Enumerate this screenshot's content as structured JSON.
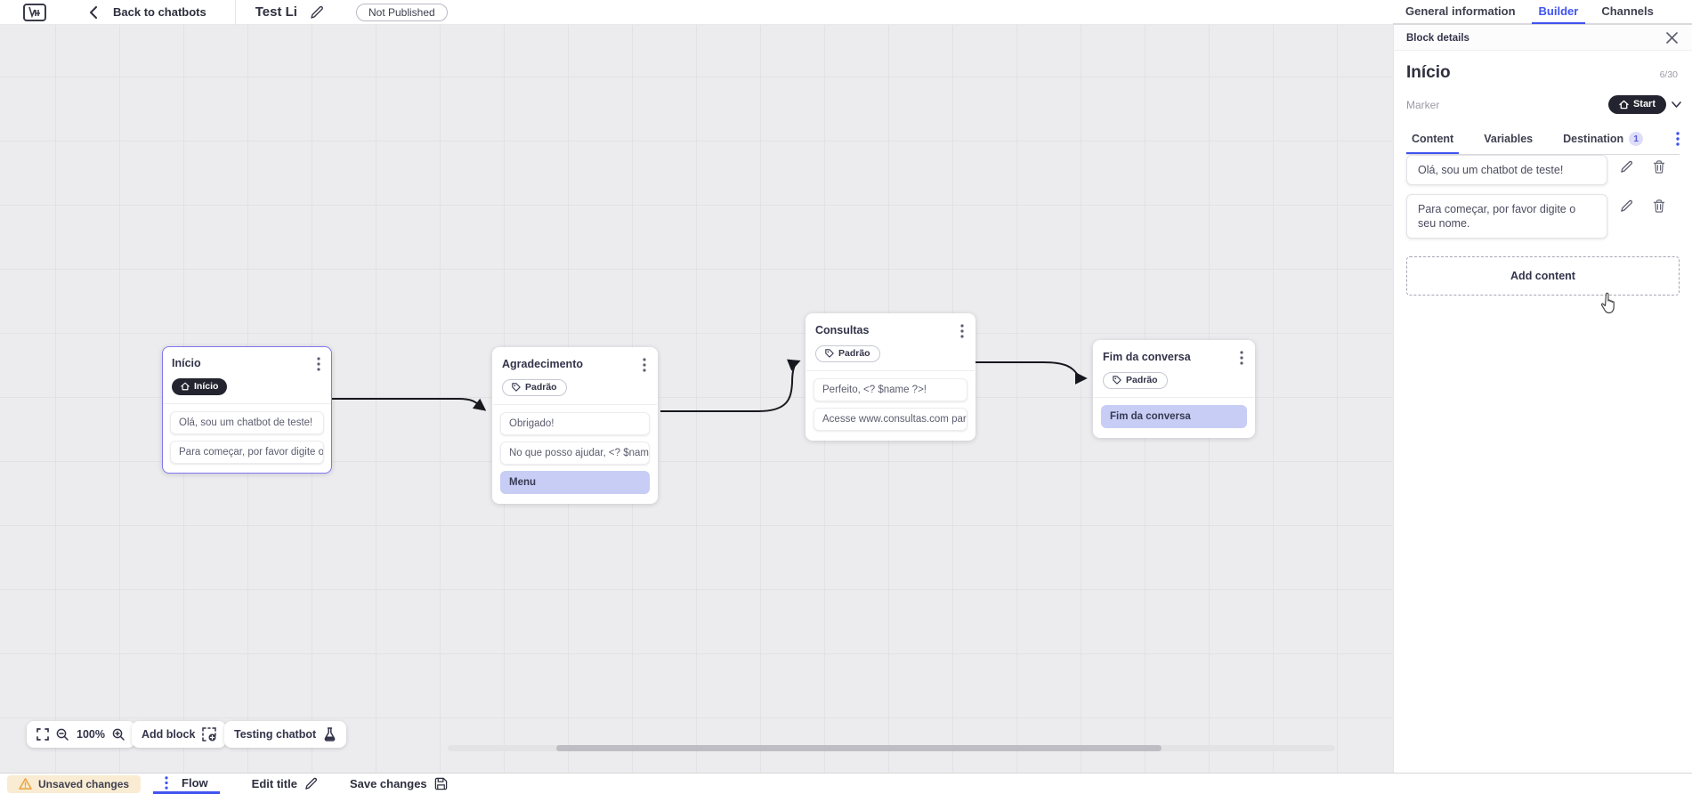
{
  "header": {
    "back_label": "Back to chatbots",
    "title": "Test Li",
    "status_badge": "Not Published",
    "tabs": [
      {
        "label": "General information",
        "active": false
      },
      {
        "label": "Builder",
        "active": true
      },
      {
        "label": "Channels",
        "active": false
      }
    ]
  },
  "canvas": {
    "zoom_level": "100%",
    "add_block_label": "Add block",
    "testing_label": "Testing chatbot",
    "blocks": [
      {
        "title": "Início",
        "badge": "Início",
        "items": [
          {
            "text": "Olá, sou um chatbot de teste!"
          },
          {
            "text": "Para começar, por favor digite o ..."
          }
        ]
      },
      {
        "title": "Agradecimento",
        "badge": "Padrão",
        "items": [
          {
            "text": "Obrigado!"
          },
          {
            "text": "No que posso ajudar, <? $name ..."
          },
          {
            "text": "Menu"
          }
        ]
      },
      {
        "title": "Consultas",
        "badge": "Padrão",
        "items": [
          {
            "text": "Perfeito, <? $name ?>!"
          },
          {
            "text": "Acesse www.consultas.com par..."
          }
        ]
      },
      {
        "title": "Fim da conversa",
        "badge": "Padrão",
        "items": [
          {
            "text": "Fim da conversa"
          }
        ]
      }
    ]
  },
  "panel": {
    "header": "Block details",
    "block_name": "Início",
    "char_counter": "6/30",
    "marker_label": "Marker",
    "marker_value": "Start",
    "tabs": [
      {
        "label": "Content",
        "active": true
      },
      {
        "label": "Variables",
        "active": false
      },
      {
        "label": "Destination",
        "active": false,
        "badge": "1"
      }
    ],
    "contents": [
      "Olá, sou um chatbot de teste!",
      "Para começar, por favor digite o seu nome."
    ],
    "add_content_label": "Add content"
  },
  "footer": {
    "unsaved_label": "Unsaved changes",
    "flow_tab": "Flow",
    "edit_title_label": "Edit title",
    "save_label": "Save changes"
  },
  "colors": {
    "accent_blue": "#4053f0",
    "dark_pill": "#23242f",
    "lavender_item": "#c7cdf4",
    "selected_block_border": "#8276f0",
    "warning_bg": "#f9ecd2",
    "warning_icon": "#e8a33d",
    "canvas_bg": "#ececee"
  }
}
